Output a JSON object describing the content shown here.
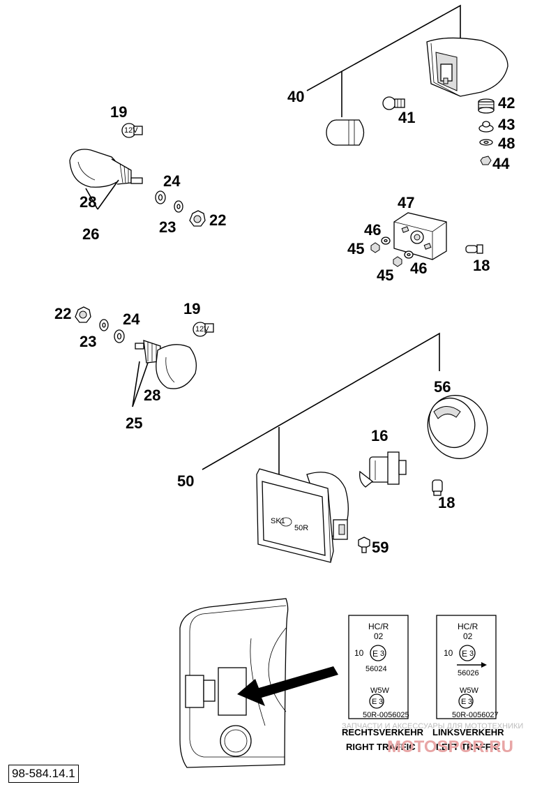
{
  "drawing_number": "98-584.14.1",
  "callouts": {
    "c40": "40",
    "c41": "41",
    "c42": "42",
    "c43": "43",
    "c48": "48",
    "c44": "44",
    "c19a": "19",
    "c28a": "28",
    "c26": "26",
    "c24a": "24",
    "c23a": "23",
    "c22a": "22",
    "c47": "47",
    "c46a": "46",
    "c45a": "45",
    "c45b": "45",
    "c46b": "46",
    "c18a": "18",
    "c22b": "22",
    "c23b": "23",
    "c24b": "24",
    "c19b": "19",
    "c28b": "28",
    "c25": "25",
    "c56": "56",
    "c16": "16",
    "c50": "50",
    "c18b": "18",
    "c59": "59"
  },
  "labels": {
    "right": {
      "hcr": "HC/R",
      "code": "02",
      "ten": "10",
      "e": "E",
      "e_num": "3",
      "approval": "56024",
      "w5w": "W5W",
      "e2": "E",
      "e2_num": "3",
      "approval2": "50R-0056025",
      "caption_de": "RECHTSVERKEHR",
      "caption_en": "RIGHT TRAFFIC"
    },
    "left": {
      "hcr": "HC/R",
      "code": "02",
      "ten": "10",
      "e": "E",
      "e_num": "3",
      "approval": "56026",
      "w5w": "W5W",
      "e2": "E",
      "e2_num": "3",
      "approval2": "50R-0056027",
      "caption_de": "LINKSVERKEHR",
      "caption_en": "LEFT TRAFFIC"
    }
  },
  "watermark": {
    "line1": "ЗАПЧАСТИ И АКСЕССУАРЫ ДЛЯ МОТОТЕХНИКИ",
    "line2": "MOTOSPOR.RU"
  }
}
